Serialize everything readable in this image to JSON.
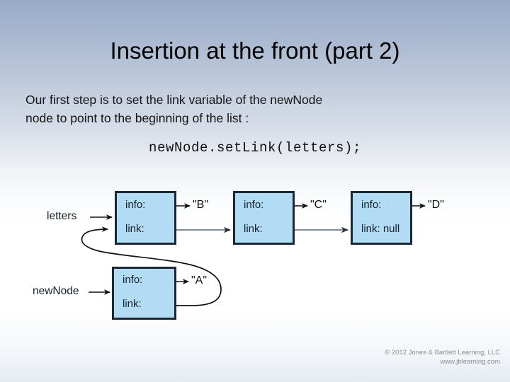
{
  "slide": {
    "title": "Insertion at the front (part 2)",
    "body_line_1": "Our first step is to set the link variable of the newNode",
    "body_line_2": "node to point to the beginning of the list :",
    "code": "newNode.setLink(letters);",
    "background_top_color": "#98abc8",
    "background_bottom_color": "#ffffff"
  },
  "figure": {
    "node_fill_color": "#b2dcf4",
    "node_border_color": "#1d2733",
    "info_arrow_color": "#111111",
    "link_arrow_color": "#6f7b85",
    "pointers": [
      {
        "name": "letters-pointer-label",
        "label": "letters"
      },
      {
        "name": "newnode-pointer-label",
        "label": "newNode"
      }
    ],
    "nodes": [
      {
        "id": "node-b",
        "info_label": "info:",
        "link_label": "link:",
        "value": "\"B\""
      },
      {
        "id": "node-c",
        "info_label": "info:",
        "link_label": "link:",
        "value": "\"C\""
      },
      {
        "id": "node-d",
        "info_label": "info:",
        "link_label": "link: null",
        "value": "\"D\""
      },
      {
        "id": "node-a",
        "info_label": "info:",
        "link_label": "link:",
        "value": "\"A\""
      }
    ]
  },
  "footer": {
    "copyright": "© 2012 Jones & Bartlett Learning, LLC",
    "website": "www.jblearning.com"
  }
}
